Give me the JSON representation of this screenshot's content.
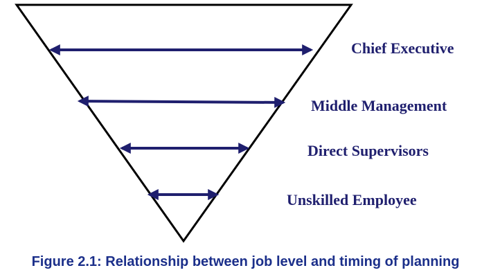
{
  "diagram": {
    "levels": [
      {
        "label": "Chief Executive"
      },
      {
        "label": "Middle Management"
      },
      {
        "label": "Direct Supervisors"
      },
      {
        "label": "Unskilled Employee"
      }
    ],
    "arrow_color": "#1f1f6e",
    "outline_color": "#000000"
  },
  "caption": "Figure 2.1: Relationship between job level and timing of planning"
}
